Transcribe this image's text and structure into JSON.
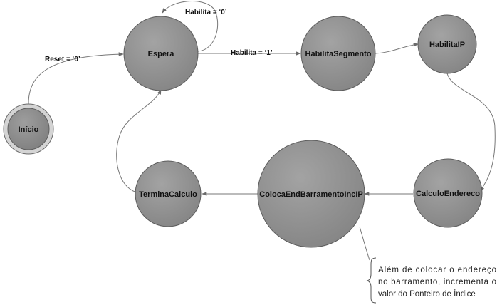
{
  "states": {
    "inicio": "Início",
    "espera": "Espera",
    "habilita_segmento": "HabilitaSegmento",
    "habilita_ip": "HabilitaIP",
    "calculo_endereco": "CalculoEndereco",
    "coloca_end": "ColocaEndBarramentoIncIP",
    "termina_calculo": "TerminaCalculo"
  },
  "transitions": {
    "reset": "Reset = ‘0’",
    "habilita_zero": "Habilita = ‘0’",
    "habilita_one": "Habilita = ‘1’"
  },
  "note": {
    "line1": "Além  de  colocar  o  endereço",
    "line2": "no  barramento,  incrementa  o",
    "line3": "valor do Ponteiro de Índice"
  },
  "colors": {
    "state_fill": "#8f8f8f",
    "state_stroke": "#5c5c5c",
    "edge": "#707070"
  }
}
